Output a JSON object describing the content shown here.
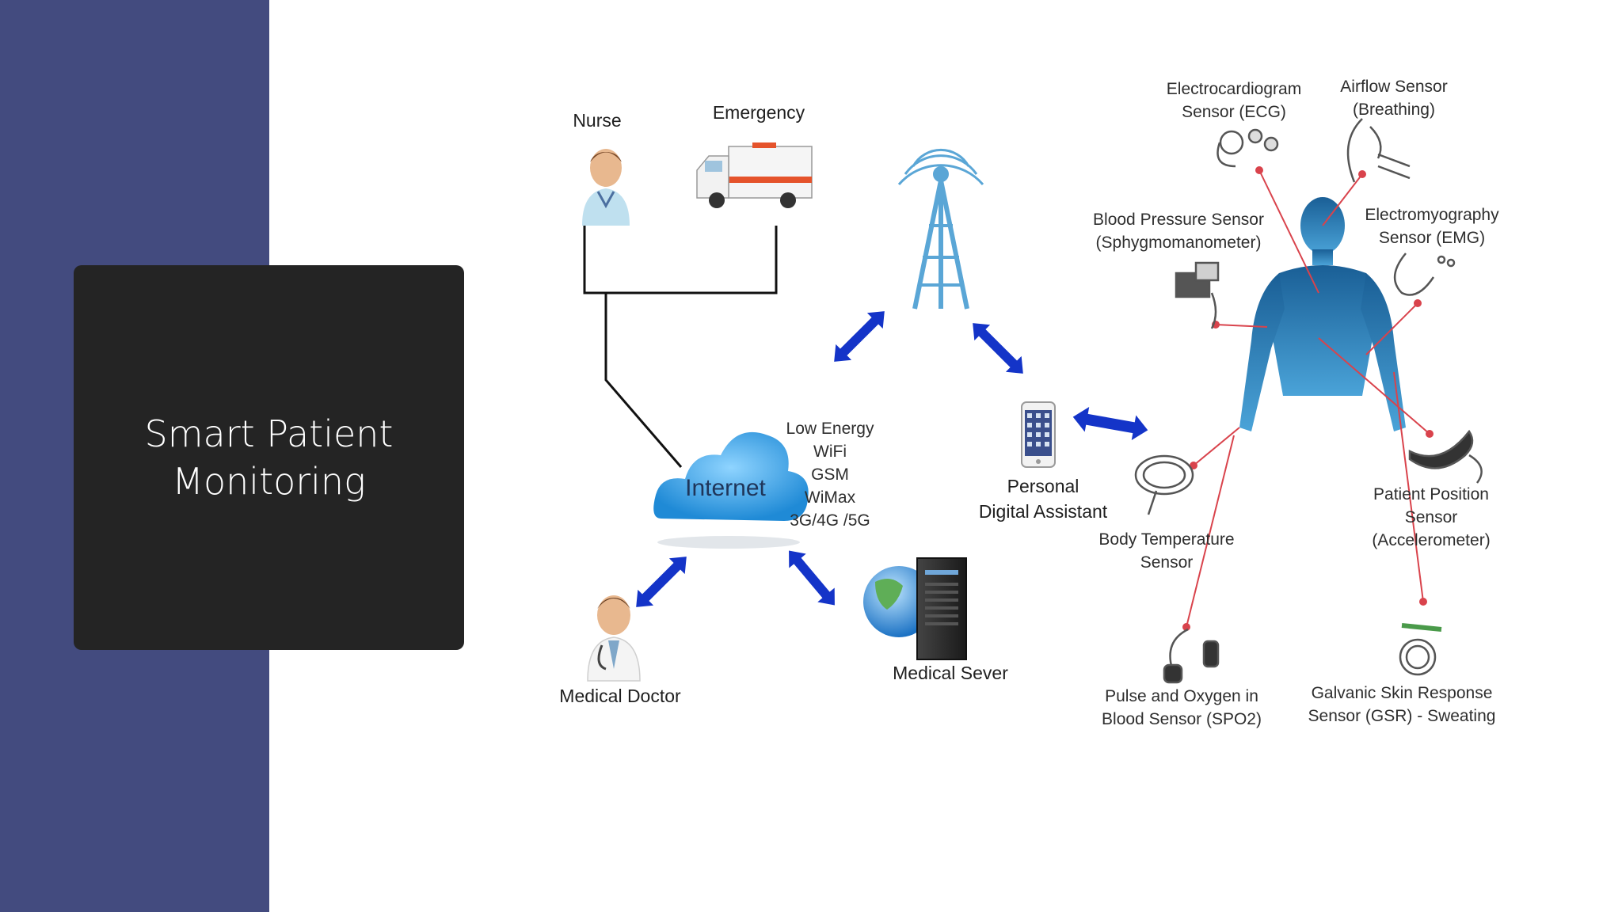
{
  "slide": {
    "title_line1": "Smart Patient",
    "title_line2": "Monitoring"
  },
  "diagram": {
    "nurse": "Nurse",
    "emergency": "Emergency",
    "internet": "Internet",
    "network_protocols": [
      "Low Energy",
      "WiFi",
      "GSM",
      "WiMax",
      "3G/4G /5G"
    ],
    "pda": [
      "Personal",
      "Digital Assistant"
    ],
    "medical_doctor": "Medical Doctor",
    "medical_server": "Medical Sever",
    "sensors": {
      "ecg": [
        "Electrocardiogram",
        "Sensor (ECG)"
      ],
      "airflow": [
        "Airflow Sensor",
        "(Breathing)"
      ],
      "blood_pressure": [
        "Blood Pressure Sensor",
        "(Sphygmomanometer)"
      ],
      "emg": [
        "Electromyography",
        "Sensor (EMG)"
      ],
      "body_temperature": [
        "Body Temperature",
        "Sensor"
      ],
      "patient_position": [
        "Patient Position",
        "Sensor",
        "(Accelerometer)"
      ],
      "pulse_oxygen": [
        "Pulse and Oxygen in",
        "Blood Sensor (SPO2)"
      ],
      "gsr": [
        "Galvanic Skin Response",
        "Sensor (GSR) - Sweating"
      ]
    }
  },
  "colors": {
    "sidebar": "#434b7f",
    "title_card": "#242424",
    "arrow_blue": "#1434c8",
    "tower_blue": "#5aa6d6",
    "sensor_line_red": "#d9434c",
    "body_blue": "#1f6aa0"
  }
}
